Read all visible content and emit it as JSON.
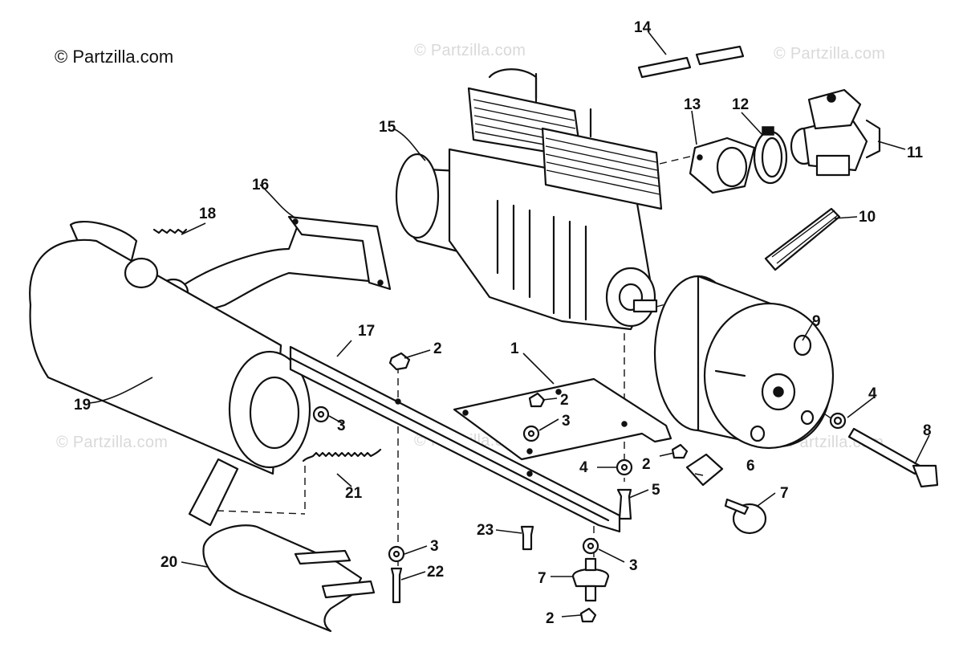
{
  "copyright": "© Partzilla.com",
  "watermarks": [
    "© Partzilla.com",
    "© Partzilla.com",
    "© Partzilla.com",
    "© Partzilla.com",
    "© Partzilla.com"
  ],
  "callouts": {
    "c1": "1",
    "c2a": "2",
    "c2b": "2",
    "c2c": "2",
    "c2d": "2",
    "c3a": "3",
    "c3b": "3",
    "c3c": "3",
    "c3d": "3",
    "c4a": "4",
    "c4b": "4",
    "c5": "5",
    "c6": "6",
    "c7a": "7",
    "c7b": "7",
    "c8": "8",
    "c9": "9",
    "c10": "10",
    "c11": "11",
    "c12": "12",
    "c13": "13",
    "c14": "14",
    "c15": "15",
    "c16": "16",
    "c17": "17",
    "c18": "18",
    "c19": "19",
    "c20": "20",
    "c21": "21",
    "c22": "22",
    "c23": "23"
  }
}
